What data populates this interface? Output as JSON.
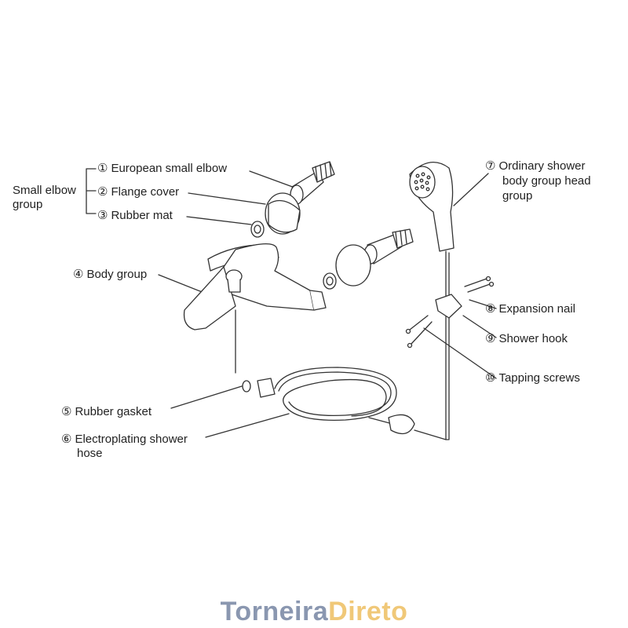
{
  "group_label": {
    "line1": "Small elbow",
    "line2": "group"
  },
  "parts": [
    {
      "num": "①",
      "text": "European small elbow"
    },
    {
      "num": "②",
      "text": "Flange cover"
    },
    {
      "num": "③",
      "text": "Rubber mat"
    },
    {
      "num": "④",
      "text": "Body group"
    },
    {
      "num": "⑤",
      "text": "Rubber gasket"
    },
    {
      "num": "⑥",
      "line1": "Electroplating shower",
      "line2": "hose"
    },
    {
      "num": "⑦",
      "line1": "Ordinary shower",
      "line2": "body group head",
      "line3": "group"
    },
    {
      "num": "⑧",
      "text": "Expansion nail"
    },
    {
      "num": "⑨",
      "text": "Shower hook"
    },
    {
      "num": "⑩",
      "text": "Tapping screws"
    }
  ],
  "brand": {
    "part1": "Torneira",
    "part2": "Direto"
  }
}
